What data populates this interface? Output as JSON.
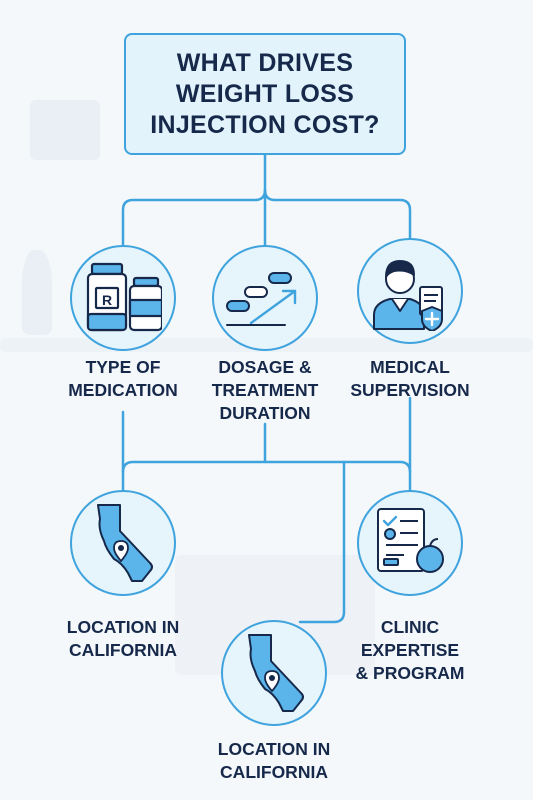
{
  "title": "WHAT DRIVES\nWEIGHT LOSS\nINJECTION COST?",
  "colors": {
    "accent": "#3fa3de",
    "text": "#16294a",
    "fill": "#e6f4fc",
    "icon_fill": "#5bb4ea",
    "background": "#f4f8fb"
  },
  "nodes": [
    {
      "label": "TYPE OF\nMEDICATION",
      "icon": "medication-bottles-icon",
      "rx_letter": "R"
    },
    {
      "label": "DOSAGE &\nTREATMENT\nDURATION",
      "icon": "pills-trend-arrow-icon"
    },
    {
      "label": "MEDICAL\nSUPERVISION",
      "icon": "doctor-shield-icon"
    },
    {
      "label": "LOCATION IN\nCALIFORNIA",
      "icon": "california-map-pin-icon"
    },
    {
      "label": "CLINIC\nEXPERTISE\n& PROGRAM",
      "icon": "checklist-apple-icon"
    },
    {
      "label": "LOCATION IN\nCALIFORNIA",
      "icon": "california-map-pin-icon"
    }
  ]
}
